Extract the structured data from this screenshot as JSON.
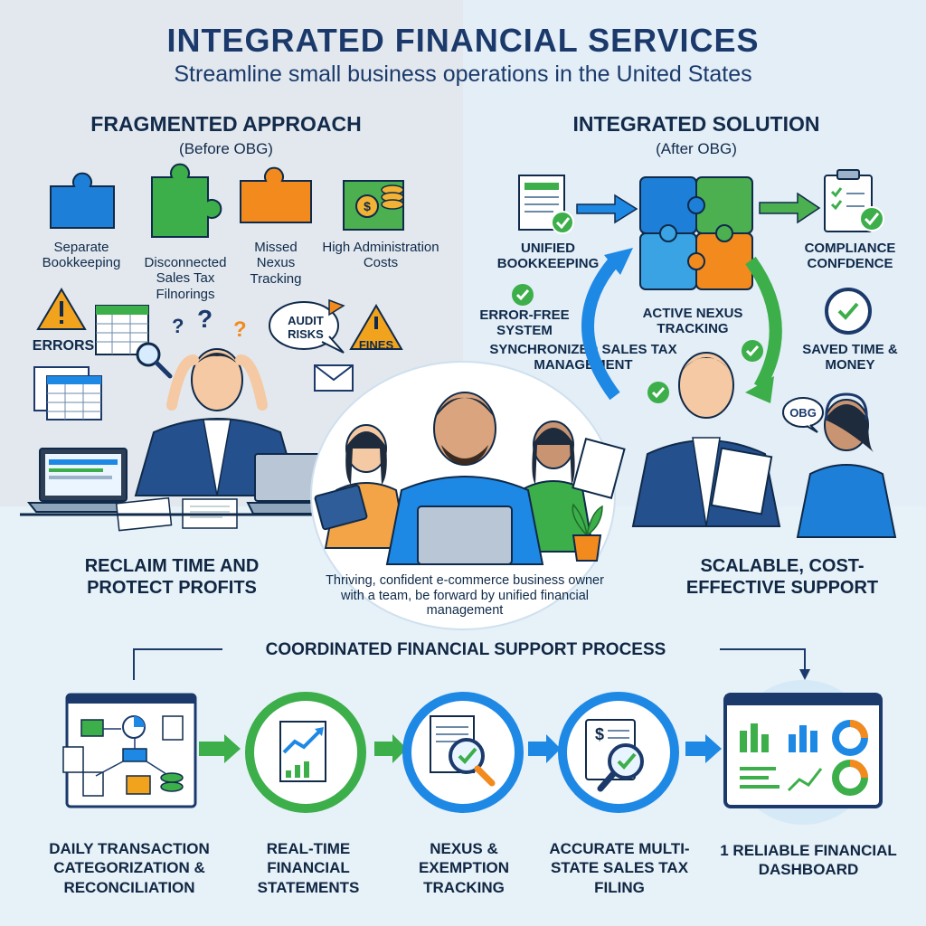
{
  "header": {
    "title": "INTEGRATED FINANCIAL SERVICES",
    "subtitle": "Streamline small business operations in the United States"
  },
  "before": {
    "heading": "FRAGMENTED APPROACH",
    "subheading": "(Before OBG)",
    "items": [
      {
        "label": "Separate Bookkeeping",
        "icon": "blue-puzzle-piece-icon"
      },
      {
        "label": "Disconnected Sales Tax Filnorings",
        "icon": "green-puzzle-piece-icon"
      },
      {
        "label": "Missed Nexus Tracking",
        "icon": "orange-puzzle-piece-icon"
      },
      {
        "label": "High Administration Costs",
        "icon": "coins-puzzle-icon"
      }
    ],
    "issues": {
      "errors": "ERRORS",
      "audit": "AUDIT RISKS",
      "fines": "FINES"
    },
    "reclaim": "RECLAIM TIME AND PROTECT PROFITS"
  },
  "after": {
    "heading": "INTEGRATED SOLUTION",
    "subheading": "(After OBG)",
    "unified": "UNIFIED BOOKKEEPING",
    "compliance": "COMPLIANCE CONFDENCE",
    "error_free": "ERROR-FREE SYSTEM",
    "nexus": "ACTIVE NEXUS TRACKING",
    "sync": "SYNCHRONIZED SALES TAX MANAGEMENT",
    "saved": "SAVED TIME & MONEY",
    "obg_bubble": "OBG",
    "scalable": "SCALABLE, COST-EFFECTIVE SUPPORT"
  },
  "center": {
    "caption": "Thriving, confident e-commerce business owner with a team, be forward by unified financial management"
  },
  "process": {
    "heading": "COORDINATED FINANCIAL SUPPORT PROCESS",
    "steps": [
      {
        "label": "DAILY TRANSACTION CATEGORIZATION & RECONCILIATION",
        "icon": "transaction-flow-icon"
      },
      {
        "label": "REAL-TIME FINANCIAL STATEMENTS",
        "icon": "financial-report-icon"
      },
      {
        "label": "NEXUS & EXEMPTION TRACKING",
        "icon": "magnifier-check-icon"
      },
      {
        "label": "ACCURATE MULTI-STATE SALES TAX FILING",
        "icon": "tax-clipboard-icon"
      },
      {
        "label": "1 RELIABLE FINANCIAL DASHBOARD",
        "icon": "dashboard-icon"
      }
    ]
  },
  "colors": {
    "navy": "#1b3a6b",
    "blue": "#1e88e5",
    "green": "#3cb44b",
    "orange": "#f28a1e",
    "gold": "#f2b233"
  }
}
